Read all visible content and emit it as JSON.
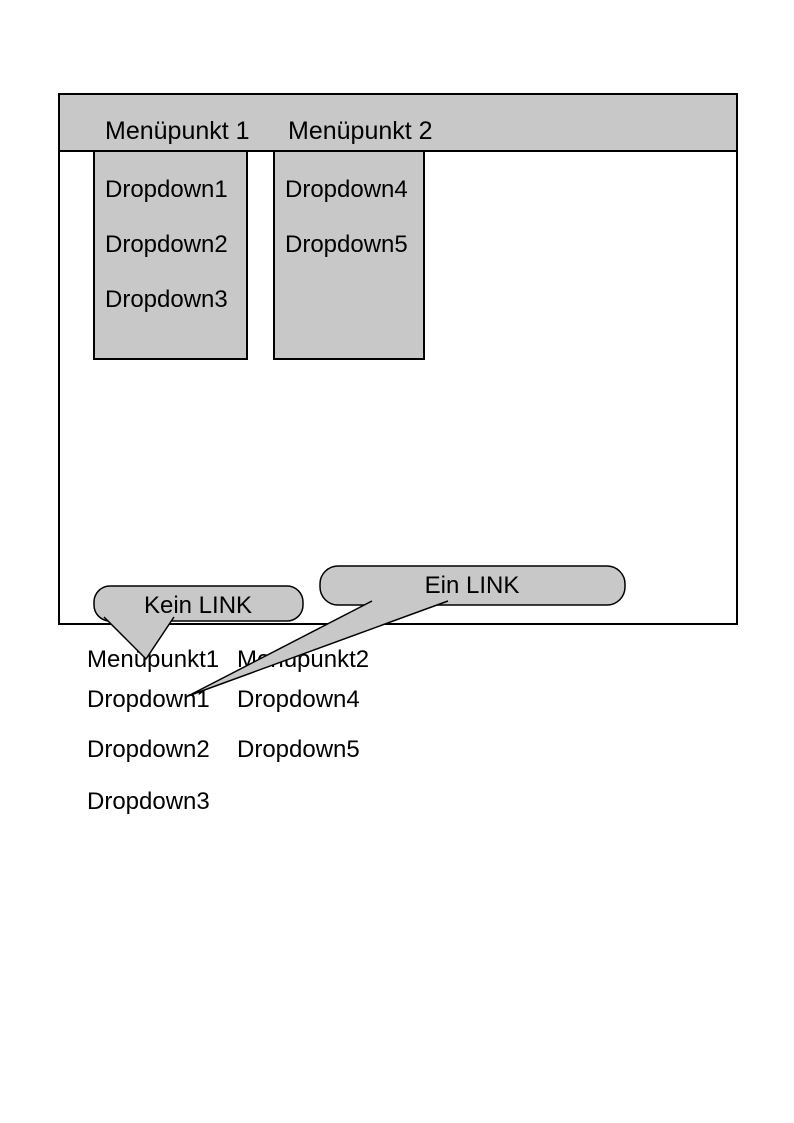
{
  "colors": {
    "shape_fill": "#c8c8c8",
    "outline": "#000000",
    "page_background": "#ffffff",
    "text": "#000000"
  },
  "mockup": {
    "menu_bar": {
      "items": [
        "Menüpunkt 1",
        "Menüpunkt 2"
      ]
    },
    "dropdown_panels": [
      {
        "items": [
          "Dropdown1",
          "Dropdown2",
          "Dropdown3"
        ]
      },
      {
        "items": [
          "Dropdown4",
          "Dropdown5"
        ]
      }
    ]
  },
  "callouts": [
    {
      "label": "Kein LINK"
    },
    {
      "label": "Ein LINK"
    }
  ],
  "sitemap_text": {
    "column1": [
      "Menüpunkt1",
      "Dropdown1",
      "Dropdown2",
      "Dropdown3"
    ],
    "column2": [
      "Menüpunkt2",
      "Dropdown4",
      "Dropdown5"
    ]
  }
}
